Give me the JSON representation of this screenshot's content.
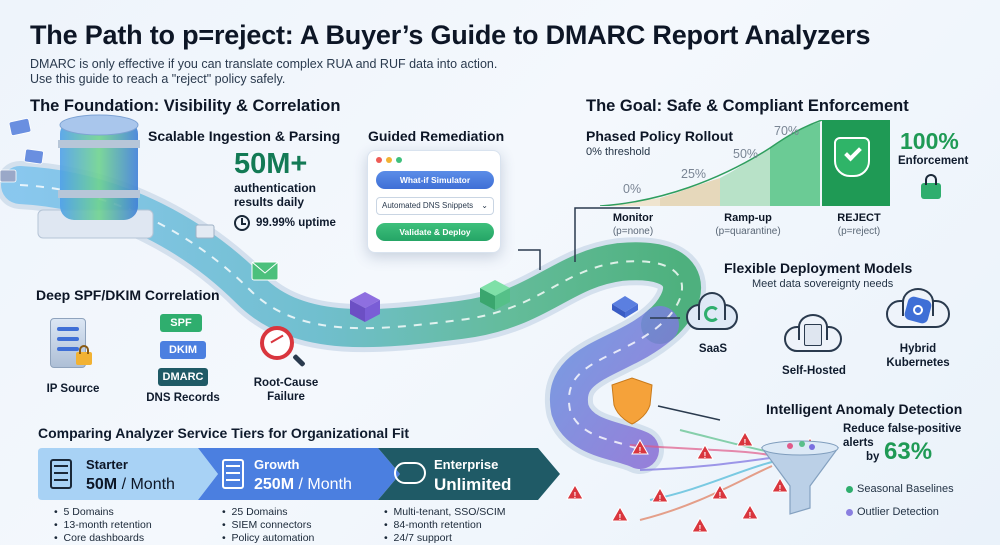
{
  "header": {
    "title": "The Path to p=reject: A Buyer’s Guide to DMARC Report Analyzers",
    "subtitle_line1": "DMARC is only effective if you can translate complex RUA and RUF data into action.",
    "subtitle_line2": "Use this guide to reach a \"reject\" policy safely."
  },
  "foundation": {
    "heading": "The Foundation: Visibility & Correlation",
    "ingestion": {
      "heading": "Scalable Ingestion & Parsing",
      "big_number": "50M+",
      "desc_line1": "authentication",
      "desc_line2": "results daily",
      "uptime": "99.99% uptime"
    },
    "correlation": {
      "heading": "Deep SPF/DKIM Correlation",
      "ip_source_label": "IP Source",
      "chips": [
        "SPF",
        "DKIM",
        "DMARC"
      ],
      "dns_label": "DNS Records",
      "root_cause_line1": "Root-Cause",
      "root_cause_line2": "Failure"
    }
  },
  "remediation": {
    "heading": "Guided Remediation",
    "simulator_button": "What-if Simulator",
    "dns_select": "Automated DNS Snippets",
    "deploy_button": "Validate & Deploy"
  },
  "goal": {
    "heading": "The Goal: Safe & Compliant Enforcement",
    "rollout_heading": "Phased Policy Rollout",
    "threshold_note": "0% threshold",
    "percentages": [
      "0%",
      "25%",
      "50%",
      "70%"
    ],
    "enforcement_pct": "100%",
    "enforcement_label": "Enforcement",
    "stages": [
      {
        "label": "Monitor",
        "policy": "(p=none)"
      },
      {
        "label": "Ramp-up",
        "policy": "(p=quarantine)"
      },
      {
        "label": "REJECT",
        "policy": "(p=reject)"
      }
    ]
  },
  "deployment": {
    "heading": "Flexible Deployment Models",
    "note": "Meet data sovereignty needs",
    "models": [
      "SaaS",
      "Self-Hosted",
      "Hybrid",
      "Kubernetes"
    ]
  },
  "anomaly": {
    "heading": "Intelligent Anomaly Detection",
    "reduce_line1": "Reduce false-positive",
    "reduce_line2": "alerts",
    "reduce_by": "by",
    "reduce_pct": "63%",
    "legend": [
      "Seasonal Baselines",
      "Outlier Detection"
    ]
  },
  "tiers": {
    "heading": "Comparing Analyzer Service Tiers for Organizational Fit",
    "items": [
      {
        "name": "Starter",
        "volume": "50M",
        "unit": " / Month",
        "features": [
          "5 Domains",
          "13-month retention",
          "Core dashboards"
        ]
      },
      {
        "name": "Growth",
        "volume": "250M",
        "unit": " / Month",
        "features": [
          "25 Domains",
          "SIEM connectors",
          "Policy automation"
        ]
      },
      {
        "name": "Enterprise",
        "volume": "Unlimited",
        "unit": "",
        "features": [
          "Multi-tenant, SSO/SCIM",
          "84-month retention",
          "24/7 support"
        ]
      }
    ]
  },
  "colors": {
    "accent_green": "#22a866",
    "starter_blue": "#a8d2f5",
    "growth_blue": "#4b7fe0",
    "enterprise_teal": "#1f5a66",
    "warning_red": "#d9363e"
  }
}
